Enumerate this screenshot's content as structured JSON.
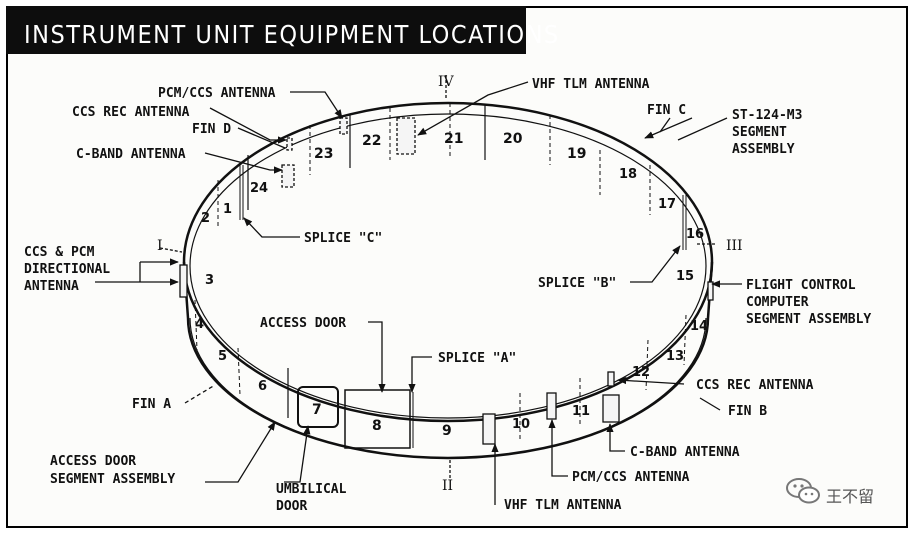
{
  "title": "INSTRUMENT UNIT EQUIPMENT LOCATIONS",
  "segments": [
    "1",
    "2",
    "3",
    "4",
    "5",
    "6",
    "7",
    "8",
    "9",
    "10",
    "11",
    "12",
    "13",
    "14",
    "15",
    "16",
    "17",
    "18",
    "19",
    "20",
    "21",
    "22",
    "23",
    "24"
  ],
  "positions": [
    "I",
    "II",
    "III",
    "IV"
  ],
  "labels": {
    "pcm_ccs_antenna_top": "PCM/CCS ANTENNA",
    "ccs_rec_antenna_top": "CCS REC ANTENNA",
    "fin_d": "FIN D",
    "c_band_antenna_top": "C-BAND ANTENNA",
    "vhf_tlm_antenna_top": "VHF TLM ANTENNA",
    "fin_c": "FIN C",
    "st124_line1": "ST-124-M3",
    "st124_line2": "SEGMENT",
    "st124_line3": "ASSEMBLY",
    "splice_c": "SPLICE \"C\"",
    "splice_b": "SPLICE \"B\"",
    "splice_a": "SPLICE \"A\"",
    "ccs_pcm_line1": "CCS & PCM",
    "ccs_pcm_line2": "DIRECTIONAL",
    "ccs_pcm_line3": "ANTENNA",
    "flight_control_line1": "FLIGHT CONTROL",
    "flight_control_line2": "COMPUTER",
    "flight_control_line3": "SEGMENT ASSEMBLY",
    "access_door": "ACCESS DOOR",
    "fin_a": "FIN A",
    "access_door_seg_line1": "ACCESS DOOR",
    "access_door_seg_line2": "SEGMENT ASSEMBLY",
    "umbilical_line1": "UMBILICAL",
    "umbilical_line2": "DOOR",
    "vhf_tlm_antenna_bottom": "VHF TLM ANTENNA",
    "pcm_ccs_antenna_bottom": "PCM/CCS ANTENNA",
    "c_band_antenna_bottom": "C-BAND ANTENNA",
    "ccs_rec_antenna_bottom": "CCS REC ANTENNA",
    "fin_b": "FIN B"
  },
  "watermark": "王不留",
  "icons": [
    "wechat-logo-icon"
  ]
}
